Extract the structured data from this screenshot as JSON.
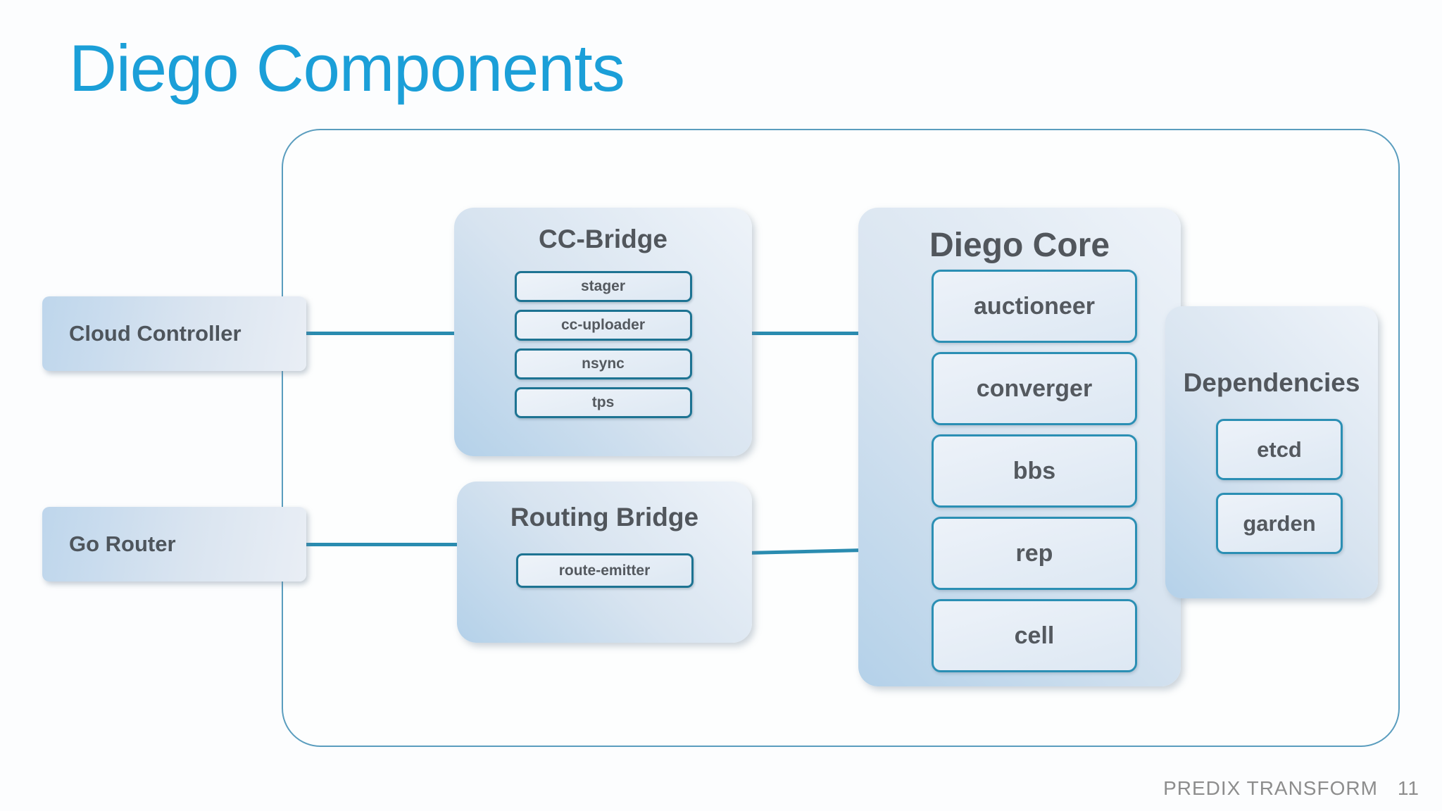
{
  "slide": {
    "title": "Diego Components",
    "footer": {
      "label": "PREDIX TRANSFORM",
      "page_number": "11"
    }
  },
  "diagram": {
    "external_nodes": [
      {
        "id": "cloud-controller",
        "label": "Cloud Controller"
      },
      {
        "id": "go-router",
        "label": "Go Router"
      }
    ],
    "panels": [
      {
        "id": "cc-bridge",
        "title": "CC-Bridge",
        "items": [
          "stager",
          "cc-uploader",
          "nsync",
          "tps"
        ]
      },
      {
        "id": "routing-bridge",
        "title": "Routing Bridge",
        "items": [
          "route-emitter"
        ]
      },
      {
        "id": "diego-core",
        "title": "Diego Core",
        "items": [
          "auctioneer",
          "converger",
          "bbs",
          "rep",
          "cell"
        ]
      },
      {
        "id": "dependencies",
        "title": "Dependencies",
        "items": [
          "etcd",
          "garden"
        ]
      }
    ],
    "connections": [
      {
        "from": "Cloud Controller",
        "to": "CC-Bridge"
      },
      {
        "from": "CC-Bridge",
        "to": "Diego Core"
      },
      {
        "from": "Go Router",
        "to": "Routing Bridge"
      },
      {
        "from": "Routing Bridge",
        "to": "Diego Core"
      }
    ]
  },
  "colors": {
    "title_blue": "#1b9fd8",
    "frame_border": "#5a9dbe",
    "connector_teal": "#2a8cb0",
    "small_box_border": "#1d7392",
    "large_box_border": "#2b8fb4",
    "label_gray": "#54595f",
    "footer_gray": "#8d8d8d"
  }
}
